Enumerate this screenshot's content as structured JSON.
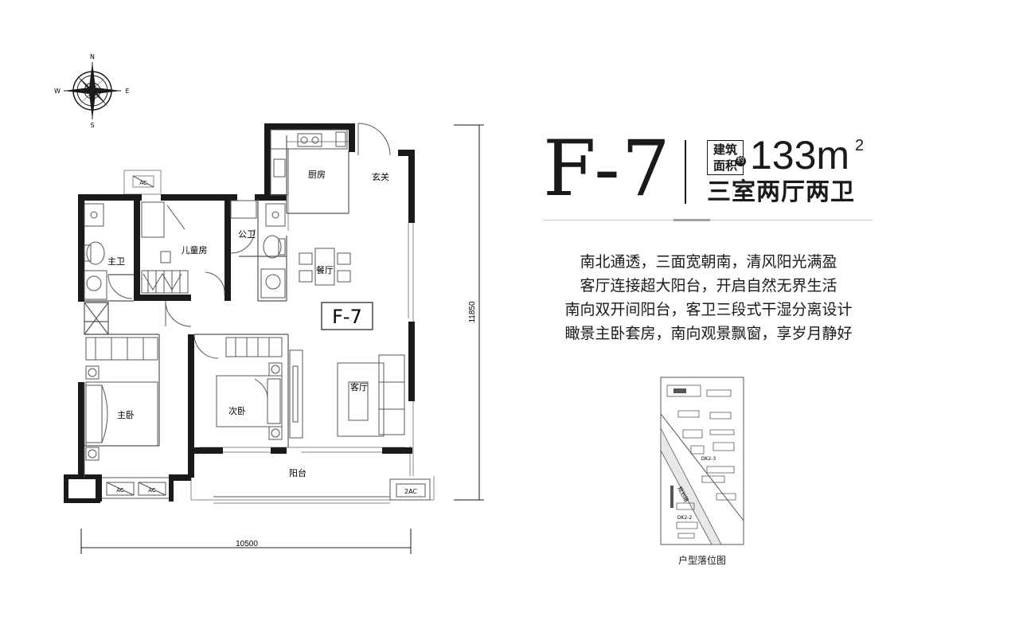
{
  "unit": {
    "code": "F-7",
    "area_label_line1": "建筑",
    "area_label_line2": "面积",
    "area_prefix": "约",
    "area_value": "133m",
    "area_sup": "2",
    "layout_type": "三室两厅两卫"
  },
  "features": [
    "南北通透，三面宽朝南，清风阳光满盈",
    "客厅连接超大阳台，开启自然无界生活",
    "南向双开间阳台，客卫三段式干湿分离设计",
    "瞰景主卧套房，南向观景飘窗，享岁月静好"
  ],
  "compass": {
    "n": "N",
    "s": "S",
    "e": "E",
    "w": "W"
  },
  "rooms": {
    "kitchen": "厨房",
    "entrance": "玄关",
    "children_room": "儿童房",
    "public_bath": "公卫",
    "master_bath": "主卫",
    "dining": "餐厅",
    "master_bedroom": "主卧",
    "second_bedroom": "次卧",
    "living": "客厅",
    "balcony": "阳台"
  },
  "plan_badge": "F-7",
  "ac_labels": {
    "top": "AC",
    "left": "AC",
    "right": "AC",
    "balcony": "2AC"
  },
  "dimensions": {
    "width": "10500",
    "depth": "11850"
  },
  "site_plan": {
    "caption": "户型落位图",
    "road_label": "规划路",
    "block_a": "DK2-3",
    "block_b": "DK2-2"
  },
  "colors": {
    "wall": "#1a1a1a",
    "line": "#555555",
    "thin": "#8a8a8a"
  }
}
